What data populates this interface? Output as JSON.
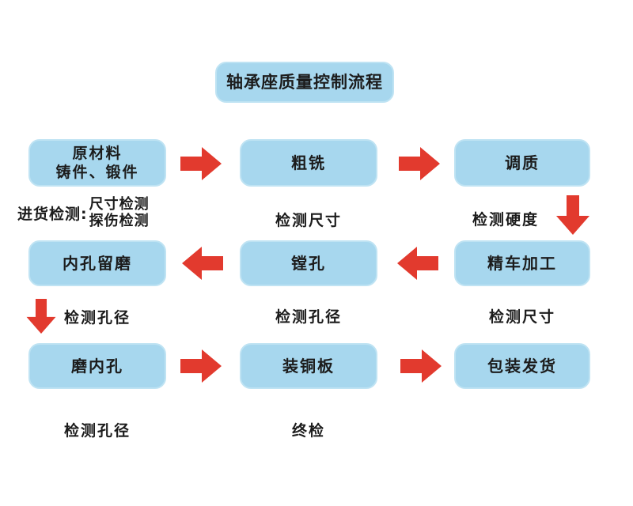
{
  "title": "轴承座质量控制流程",
  "colors": {
    "node_fill": "#a7d7ee",
    "node_border": "#bfe3f3",
    "arrow_red": "#e23a2e",
    "text": "#1c1c1c",
    "background": "#ffffff"
  },
  "flow": {
    "row1": {
      "box1": {
        "line1": "原材料",
        "line2": "铸件、锻件"
      },
      "box2": {
        "label": "粗铣"
      },
      "box3": {
        "label": "调质"
      },
      "caption1": {
        "label": "进货检测:",
        "line1": "尺寸检测",
        "line2": "探伤检测"
      },
      "caption2": "检测尺寸",
      "caption3": "检测硬度"
    },
    "row2": {
      "box1": {
        "label": "内孔留磨"
      },
      "box2": {
        "label": "镗孔"
      },
      "box3": {
        "label": "精车加工"
      },
      "caption1": "检测孔径",
      "caption2": "检测孔径",
      "caption3": "检测尺寸"
    },
    "row3": {
      "box1": {
        "label": "磨内孔"
      },
      "box2": {
        "label": "装铜板"
      },
      "box3": {
        "label": "包装发货"
      },
      "caption1": "检测孔径",
      "caption2": "终检"
    }
  },
  "icons": {
    "arrow_right": "right-arrow",
    "arrow_left": "left-arrow",
    "arrow_down": "down-arrow"
  }
}
